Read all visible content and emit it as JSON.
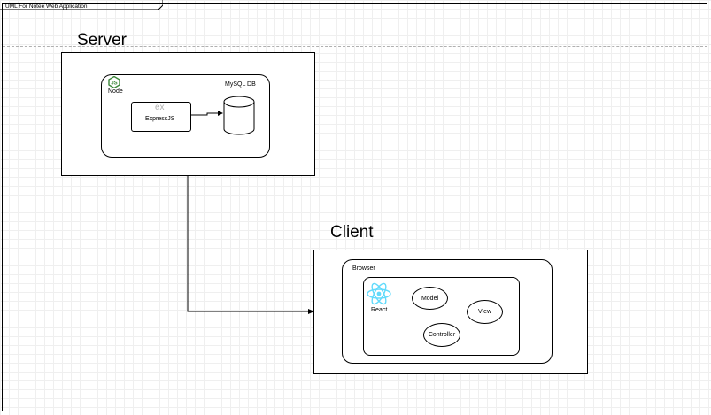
{
  "diagram": {
    "title": "UML For Notee Web Application",
    "server": {
      "title": "Server",
      "node_label": "Node",
      "database_label": "MySQL DB",
      "express_label": "ExpressJS",
      "express_logo_text": "ex",
      "node_logo_text": "JS"
    },
    "client": {
      "title": "Client",
      "browser_label": "Browser",
      "react_label": "React",
      "model_label": "Model",
      "view_label": "View",
      "controller_label": "Controller"
    },
    "colors": {
      "node_green": "#3c873a",
      "react_blue": "#61dafb",
      "express_gray": "#b0b0b0"
    },
    "icons": [
      "nodejs-logo-icon",
      "expressjs-logo-icon",
      "database-cylinder-icon",
      "react-logo-icon"
    ]
  }
}
